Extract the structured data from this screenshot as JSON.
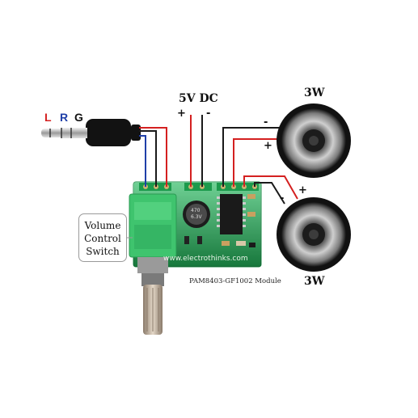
{
  "jack": {
    "l": "L",
    "r": "R",
    "g": "G"
  },
  "power": {
    "label": "5V DC",
    "plus": "+",
    "minus": "-"
  },
  "speaker_top": {
    "label": "3W",
    "minus": "-",
    "plus": "+"
  },
  "speaker_bottom": {
    "label": "3W",
    "plus": "+",
    "minus": "-"
  },
  "switch": {
    "line1": "Volume",
    "line2": "Control",
    "line3": "Switch"
  },
  "module": {
    "label": "PAM8403-GF1002 Module",
    "website": "www.electrothinks.com"
  },
  "colors": {
    "pcb": "#22b85a",
    "wire_red": "#d42020",
    "wire_black": "#1a1a1a",
    "wire_blue": "#1f3fa8",
    "l_label": "#d42020",
    "r_label": "#1f3fa8"
  }
}
